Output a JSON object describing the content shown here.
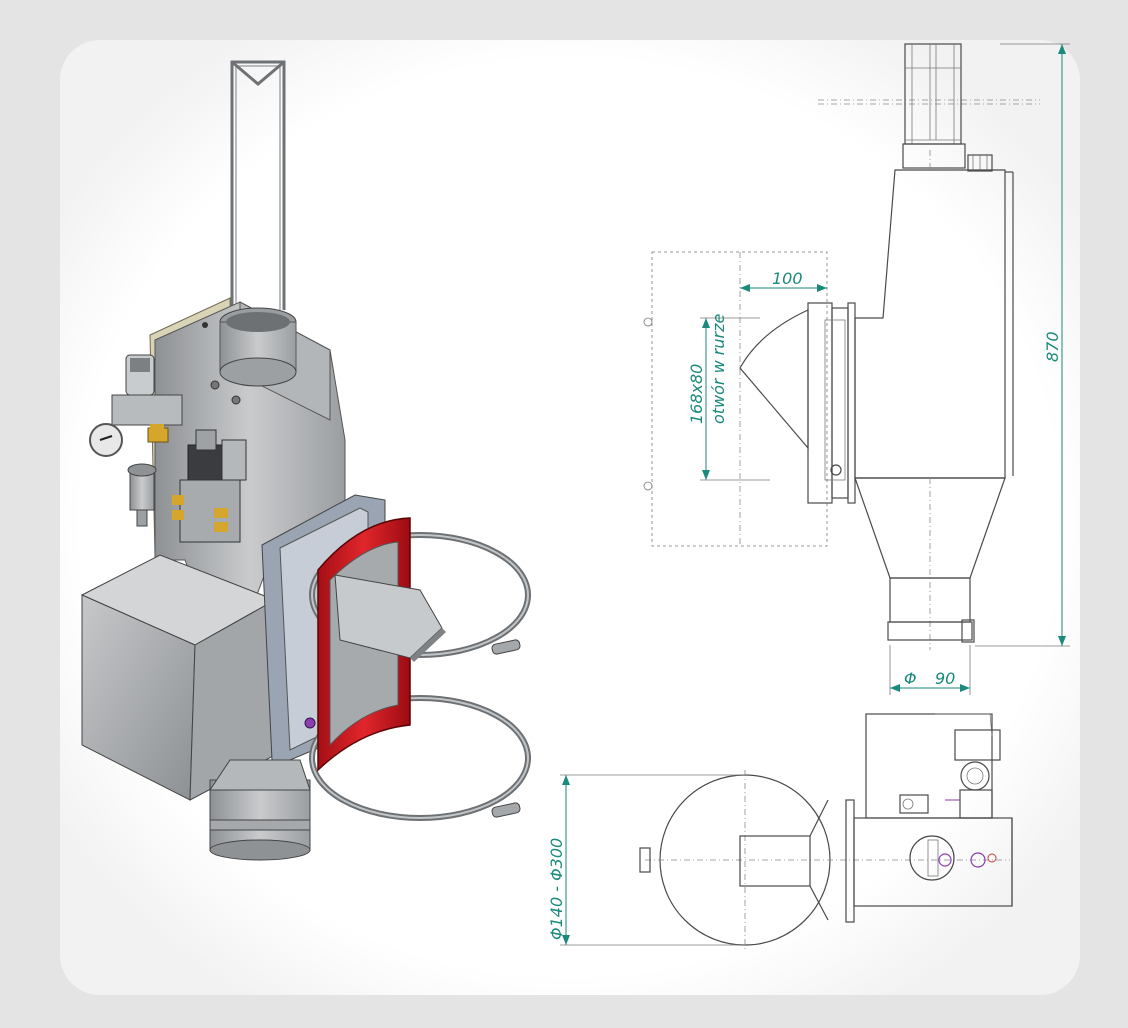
{
  "dimensions": {
    "width_top": "100",
    "opening_size": "168x80",
    "opening_label": "otwór w rurze",
    "height": "870",
    "diameter_symbol": "Φ",
    "diameter_value": "90",
    "pipe_range": "Φ140 - Φ300"
  },
  "colors": {
    "background": "#e4e4e4",
    "sheet": "#ffffff",
    "dimension": "#1a8a7a",
    "red_gasket": "#c8141c",
    "metal": "#b9bcbf"
  }
}
